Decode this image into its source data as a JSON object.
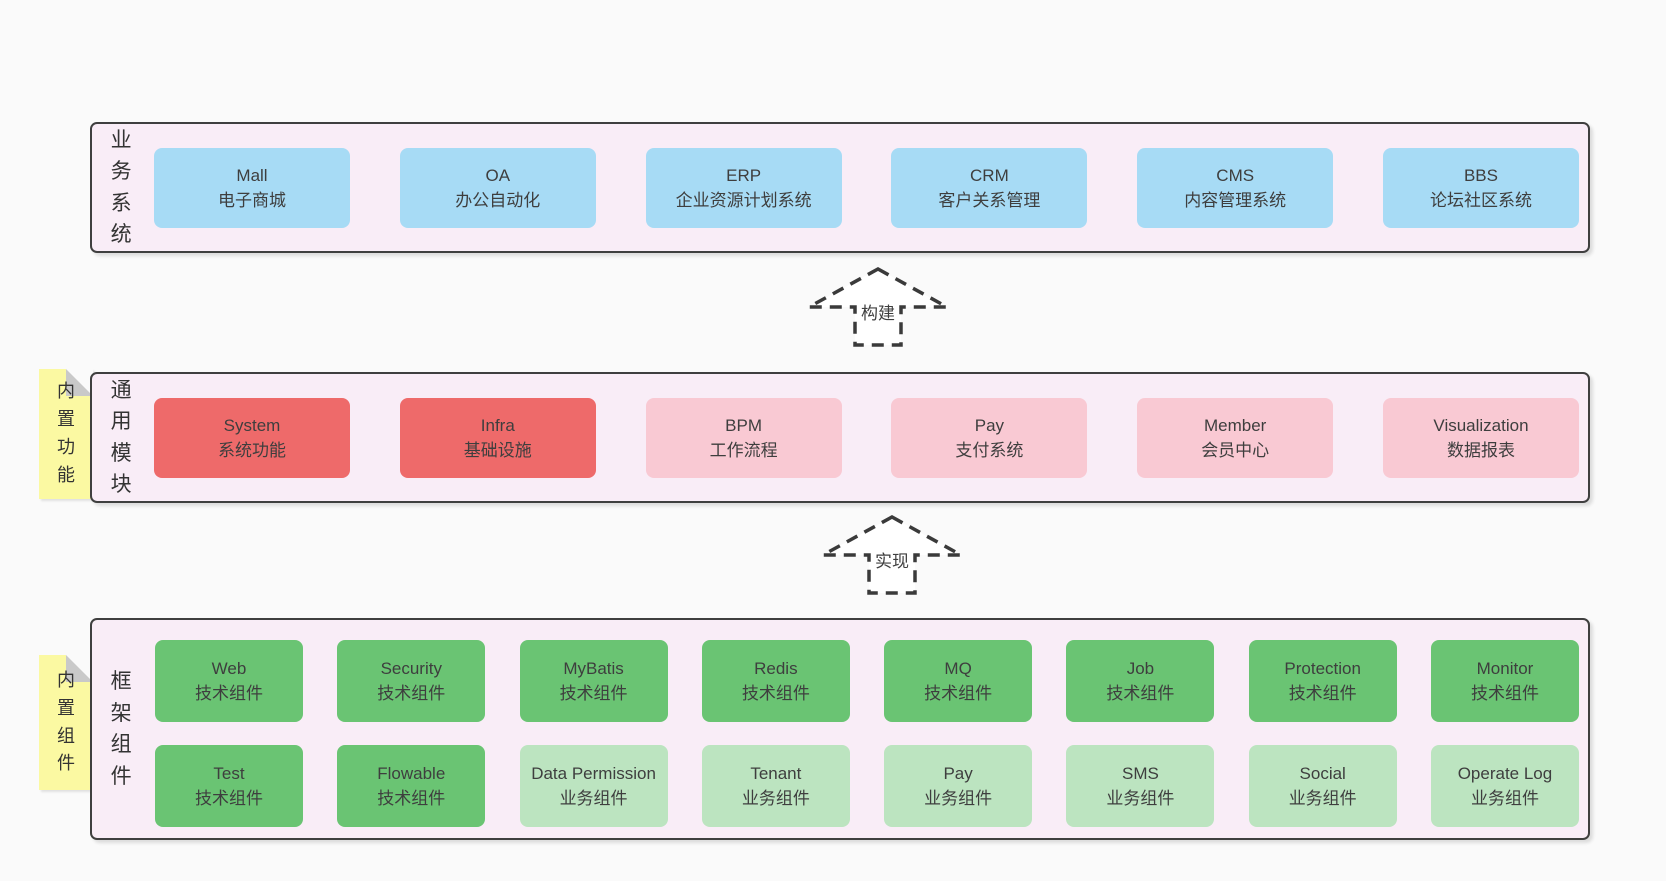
{
  "diagram": {
    "layers": [
      {
        "label": "业务系统",
        "boxes": [
          {
            "name": "Mall",
            "desc": "电子商城"
          },
          {
            "name": "OA",
            "desc": "办公自动化"
          },
          {
            "name": "ERP",
            "desc": "企业资源计划系统"
          },
          {
            "name": "CRM",
            "desc": "客户关系管理"
          },
          {
            "name": "CMS",
            "desc": "内容管理系统"
          },
          {
            "name": "BBS",
            "desc": "论坛社区系统"
          }
        ]
      },
      {
        "label": "通用模块",
        "sticky_note": "内置功能",
        "boxes": [
          {
            "name": "System",
            "desc": "系统功能"
          },
          {
            "name": "Infra",
            "desc": "基础设施"
          },
          {
            "name": "BPM",
            "desc": "工作流程"
          },
          {
            "name": "Pay",
            "desc": "支付系统"
          },
          {
            "name": "Member",
            "desc": "会员中心"
          },
          {
            "name": "Visualization",
            "desc": "数据报表"
          }
        ]
      },
      {
        "label": "框架组件",
        "sticky_note": "内置组件",
        "row1": [
          {
            "name": "Web",
            "desc": "技术组件"
          },
          {
            "name": "Security",
            "desc": "技术组件"
          },
          {
            "name": "MyBatis",
            "desc": "技术组件"
          },
          {
            "name": "Redis",
            "desc": "技术组件"
          },
          {
            "name": "MQ",
            "desc": "技术组件"
          },
          {
            "name": "Job",
            "desc": "技术组件"
          },
          {
            "name": "Protection",
            "desc": "技术组件"
          },
          {
            "name": "Monitor",
            "desc": "技术组件"
          }
        ],
        "row2": [
          {
            "name": "Test",
            "desc": "技术组件"
          },
          {
            "name": "Flowable",
            "desc": "技术组件"
          },
          {
            "name": "Data Permission",
            "desc": "业务组件"
          },
          {
            "name": "Tenant",
            "desc": "业务组件"
          },
          {
            "name": "Pay",
            "desc": "业务组件"
          },
          {
            "name": "SMS",
            "desc": "业务组件"
          },
          {
            "name": "Social",
            "desc": "业务组件"
          },
          {
            "name": "Operate Log",
            "desc": "业务组件"
          }
        ]
      }
    ],
    "arrows": [
      {
        "label": "构建"
      },
      {
        "label": "实现"
      }
    ],
    "colors": {
      "business_box": "#a7dbf5",
      "core_module_box": "#ee6a6a",
      "optional_module_box": "#f9c9d3",
      "tech_component_box": "#6ac473",
      "biz_component_box": "#bce4c0",
      "sticky_note": "#fbf9a2",
      "panel_background": "#f9edf7",
      "panel_border": "#3f3f3f"
    }
  }
}
